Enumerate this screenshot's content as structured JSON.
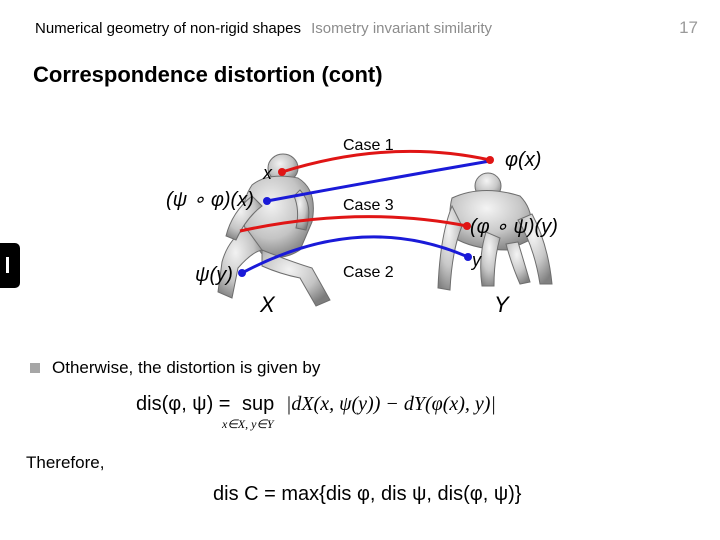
{
  "header": {
    "title": "Numerical geometry of non-rigid shapes",
    "subtitle": "Isometry invariant similarity",
    "page": "17"
  },
  "slide_title": "Correspondence distortion (cont)",
  "figure": {
    "cases": [
      "Case 1",
      "Case 3",
      "Case 2"
    ],
    "labels": {
      "x": "x",
      "phi_x": "φ(x)",
      "psi_phi_x": "(ψ ∘ φ)(x)",
      "phi_psi_y": "(φ ∘ ψ)(y)",
      "psi_y": "ψ(y)",
      "y": "y",
      "X": "X",
      "Y": "Y"
    },
    "colors": {
      "red": "#e01515",
      "blue": "#1a1ad8"
    }
  },
  "bullet": "Otherwise, the distortion is given by",
  "formula1": {
    "lhs": "dis(φ, ψ) =",
    "op": "sup",
    "sub": "x∈X, y∈Y",
    "rhs": "|dX(x, ψ(y)) − dY(φ(x), y)|"
  },
  "therefore": "Therefore,",
  "formula2": "dis C = max{dis φ, dis ψ, dis(φ, ψ)}"
}
